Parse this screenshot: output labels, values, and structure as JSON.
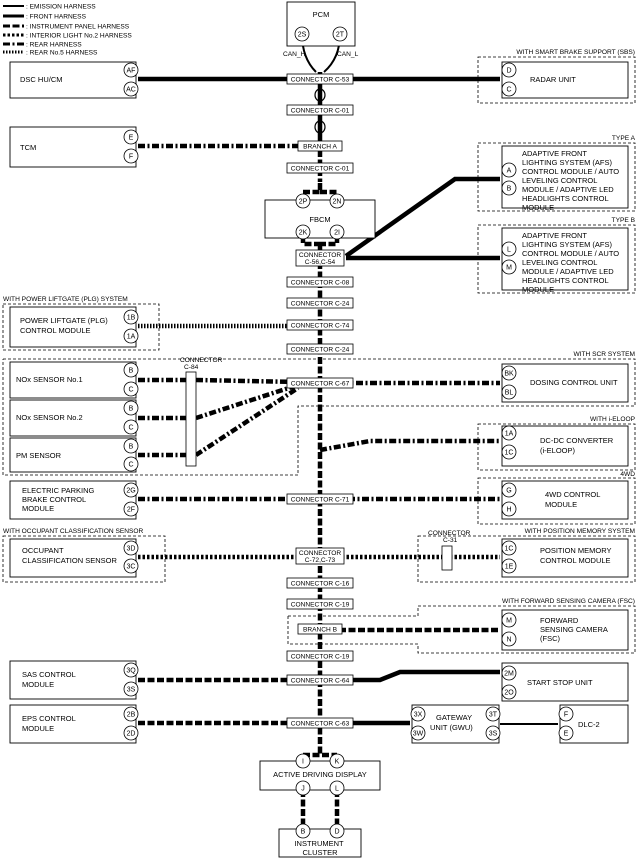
{
  "legend": [
    {
      "style": "em",
      "label": ": EMISSION HARNESS"
    },
    {
      "style": "fr",
      "label": ": FRONT HARNESS"
    },
    {
      "style": "ip",
      "label": ": INSTRUMENT PANEL HARNESS"
    },
    {
      "style": "il",
      "label": ": INTERIOR LIGHT No.2 HARNESS"
    },
    {
      "style": "re",
      "label": ": REAR HARNESS"
    },
    {
      "style": "r5",
      "label": ": REAR No.5 HARNESS"
    }
  ],
  "groups": {
    "sbs": "WITH SMART BRAKE SUPPORT (SBS)",
    "type_a": "TYPE A",
    "type_b": "TYPE B",
    "plg": "WITH POWER LIFTGATE (PLG) SYSTEM",
    "scr": "WITH SCR SYSTEM",
    "ieloop": "WITH i-ELOOP",
    "awd": "4WD",
    "occ": "WITH OCCUPANT CLASSIFICATION SENSOR",
    "pos": "WITH POSITION MEMORY SYSTEM",
    "fsc": "WITH FORWARD SENSING CAMERA (FSC)"
  },
  "modules": {
    "pcm": "PCM",
    "can_h": "CAN_H",
    "can_l": "CAN_L",
    "dsc": "DSC HU/CM",
    "radar": "RADAR UNIT",
    "tcm": "TCM",
    "afs_a": [
      "ADAPTIVE FRONT",
      "LIGHTING SYSTEM (AFS)",
      "CONTROL MODULE / AUTO",
      "LEVELING CONTROL",
      "MODULE / ADAPTIVE LED",
      "HEADLIGHTS CONTROL",
      "MODULE"
    ],
    "afs_b": [
      "ADAPTIVE FRONT",
      "LIGHTING SYSTEM (AFS)",
      "CONTROL MODULE / AUTO",
      "LEVELING CONTROL",
      "MODULE / ADAPTIVE LED",
      "HEADLIGHTS CONTROL",
      "MODULE"
    ],
    "fbcm": "FBCM",
    "plg": [
      "POWER LIFTGATE (PLG)",
      "CONTROL MODULE"
    ],
    "nox1": "NOx SENSOR No.1",
    "nox2": "NOx SENSOR No.2",
    "pm": "PM SENSOR",
    "dosing": "DOSING CONTROL UNIT",
    "dcdc": [
      "DC-DC CONVERTER",
      "(i-ELOOP)"
    ],
    "epb": [
      "ELECTRIC PARKING",
      "BRAKE CONTROL",
      "MODULE"
    ],
    "awd": [
      "4WD CONTROL",
      "MODULE"
    ],
    "occ": [
      "OCCUPANT",
      "CLASSIFICATION SENSOR"
    ],
    "pos": [
      "POSITION MEMORY",
      "CONTROL MODULE"
    ],
    "fsc": [
      "FORWARD",
      "SENSING CAMERA",
      "(FSC)"
    ],
    "sas": [
      "SAS CONTROL",
      "MODULE"
    ],
    "ssu": "START STOP UNIT",
    "eps": [
      "EPS CONTROL",
      "MODULE"
    ],
    "gwu": [
      "GATEWAY",
      "UNIT (GWU)"
    ],
    "dlc": "DLC-2",
    "add": "ACTIVE DRIVING DISPLAY",
    "ic": [
      "INSTRUMENT",
      "CLUSTER"
    ]
  },
  "connectors": {
    "c53": "CONNECTOR C-53",
    "c01a": "CONNECTOR C-01",
    "branch_a": "BRANCH A",
    "c01b": "CONNECTOR C-01",
    "c5654": [
      "CONNECTOR",
      "C-56,C-54"
    ],
    "c08": "CONNECTOR C-08",
    "c24a": "CONNECTOR C-24",
    "c74": "CONNECTOR C-74",
    "c24b": "CONNECTOR C-24",
    "c84": [
      "CONNECTOR",
      "C-84"
    ],
    "c67": "CONNECTOR C-67",
    "c71": "CONNECTOR C-71",
    "c7273": [
      "CONNECTOR",
      "C-72,C-73"
    ],
    "c31": [
      "CONNECTOR",
      "C-31"
    ],
    "c16": "CONNECTOR C-16",
    "c19a": "CONNECTOR C-19",
    "branch_b": "BRANCH B",
    "c19b": "CONNECTOR C-19",
    "c64": "CONNECTOR C-64",
    "c63": "CONNECTOR C-63"
  },
  "pins": {
    "pcm": [
      "2S",
      "2T"
    ],
    "dsc": [
      "AF",
      "AC"
    ],
    "radar": [
      "D",
      "C"
    ],
    "tcm": [
      "E",
      "F"
    ],
    "afs_a": [
      "A",
      "B"
    ],
    "afs_b": [
      "L",
      "M"
    ],
    "fbcm": [
      "2P",
      "2N",
      "2K",
      "2I"
    ],
    "plg": [
      "1B",
      "1A"
    ],
    "nox1": [
      "B",
      "C"
    ],
    "nox2": [
      "B",
      "C"
    ],
    "pm": [
      "B",
      "C"
    ],
    "dosing": [
      "BK",
      "BL"
    ],
    "dcdc": [
      "1A",
      "1C"
    ],
    "epb": [
      "2G",
      "2F"
    ],
    "awd": [
      "G",
      "H"
    ],
    "occ": [
      "3D",
      "3C"
    ],
    "pos": [
      "1C",
      "1E"
    ],
    "fsc": [
      "M",
      "N"
    ],
    "sas": [
      "3Q",
      "3S"
    ],
    "ssu": [
      "2M",
      "2O"
    ],
    "eps": [
      "2B",
      "2D"
    ],
    "gwu_l": [
      "3X",
      "3W"
    ],
    "gwu_r": [
      "3T",
      "3S"
    ],
    "dlc": [
      "F",
      "E"
    ],
    "add_top": [
      "I",
      "K"
    ],
    "add_bot": [
      "J",
      "L"
    ],
    "ic": [
      "B",
      "D"
    ]
  }
}
